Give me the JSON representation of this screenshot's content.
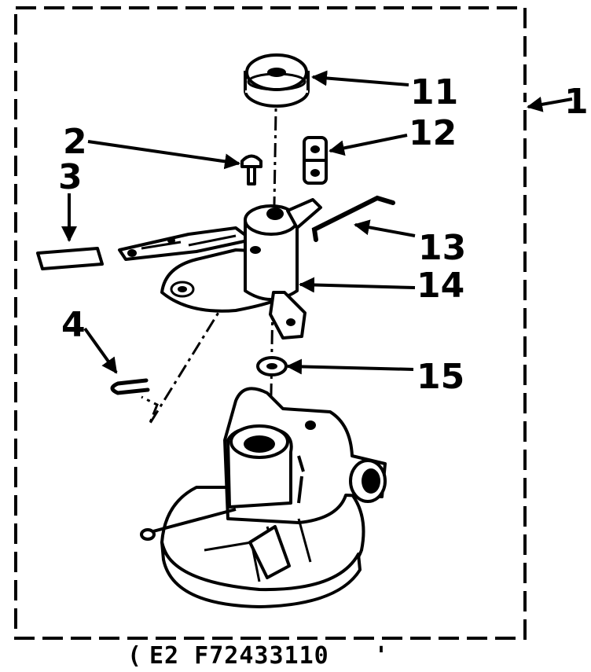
{
  "callouts": {
    "c1": "1",
    "c2": "2",
    "c3": "3",
    "c4": "4",
    "c11": "11",
    "c12": "12",
    "c13": "13",
    "c14": "14",
    "c15": "15"
  },
  "caption": {
    "open": "(",
    "text": "E2 F72433110",
    "close": "'"
  }
}
